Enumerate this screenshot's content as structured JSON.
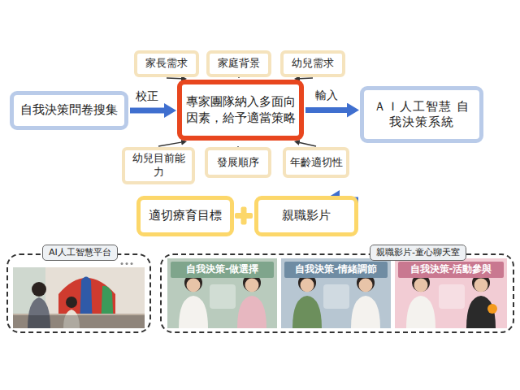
{
  "diagram": {
    "nodes": [
      {
        "text": [
          "家長需求"
        ]
      },
      {
        "text": [
          "家庭背景"
        ]
      },
      {
        "text": [
          "幼兒需求"
        ]
      },
      {
        "text": [
          "自我決策問卷搜集"
        ]
      },
      {
        "text": [
          "專家團隊納入多面向 因素，給予適當策略"
        ]
      },
      {
        "text": [
          "ＡＩ人工智慧 自我決策系統"
        ]
      },
      {
        "text": [
          "幼兒目前能力"
        ]
      },
      {
        "text": [
          "發展順序"
        ]
      },
      {
        "text": [
          "年齡適切性"
        ]
      },
      {
        "text": [
          "適切療育目標"
        ]
      },
      {
        "text": [
          "親職影片"
        ]
      },
      {
        "text": [
          "AI人工智慧平台"
        ]
      },
      {
        "text": [
          "親職影片-童心聊天室"
        ]
      },
      {
        "text": [
          "自我決策-做選擇"
        ],
        "in": 12
      },
      {
        "text": [
          "自我決策-情緒調節"
        ],
        "in": 12
      },
      {
        "text": [
          "自我決策-活動參與"
        ],
        "in": 12
      }
    ],
    "edges": [
      {
        "from": 3,
        "to": 4,
        "arrow": "to",
        "label": "校正"
      },
      {
        "from": 0,
        "to": 4,
        "arrow": "to"
      },
      {
        "from": 1,
        "to": 4,
        "arrow": "to"
      },
      {
        "from": 2,
        "to": 4,
        "arrow": "to"
      },
      {
        "from": 6,
        "to": 4,
        "arrow": "to"
      },
      {
        "from": 7,
        "to": 4,
        "arrow": "to"
      },
      {
        "from": 8,
        "to": 4,
        "arrow": "to"
      },
      {
        "from": 4,
        "to": 5,
        "arrow": "to",
        "label": "輸入"
      },
      {
        "from": 5,
        "to": 10,
        "arrow": "to"
      }
    ]
  }
}
